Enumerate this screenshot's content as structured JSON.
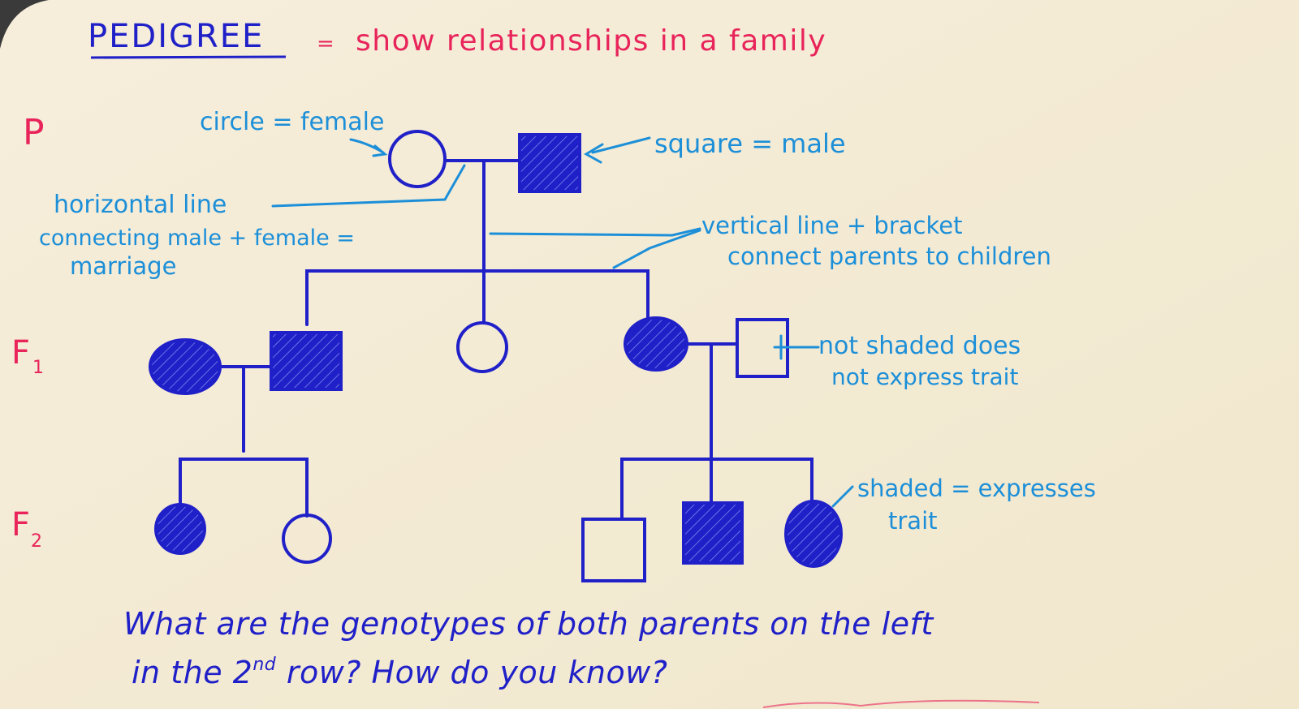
{
  "heading": {
    "title": "PEDIGREE",
    "equals": "=",
    "definition": "show relationships in a family"
  },
  "generation_labels": {
    "p": "P",
    "f1": "F",
    "f1_sub": "1",
    "f2": "F",
    "f2_sub": "2"
  },
  "annotations": {
    "circle": "circle = female",
    "square": "square = male",
    "marriage_line1": "horizontal line",
    "marriage_line2": "connecting male + female =",
    "marriage_line3": "marriage",
    "bracket_line1": "vertical line + bracket",
    "bracket_line2": "connect parents to children",
    "not_shaded_line1": "not shaded does",
    "not_shaded_line2": "not express trait",
    "shaded_line1": "shaded = expresses",
    "shaded_line2": "trait"
  },
  "question": {
    "line1": "What are the genotypes of both parents on the left",
    "line2_a": "in the 2",
    "line2_sup": "nd",
    "line2_b": " row? How do you know?"
  },
  "colors": {
    "paper": "#f4ecd6",
    "ink_dark": "#2020c8",
    "ink_light": "#1c8fd8",
    "ink_red": "#e8245a"
  },
  "icons": {
    "female": "circle-symbol",
    "male": "square-symbol",
    "affected": "hatched-fill"
  }
}
